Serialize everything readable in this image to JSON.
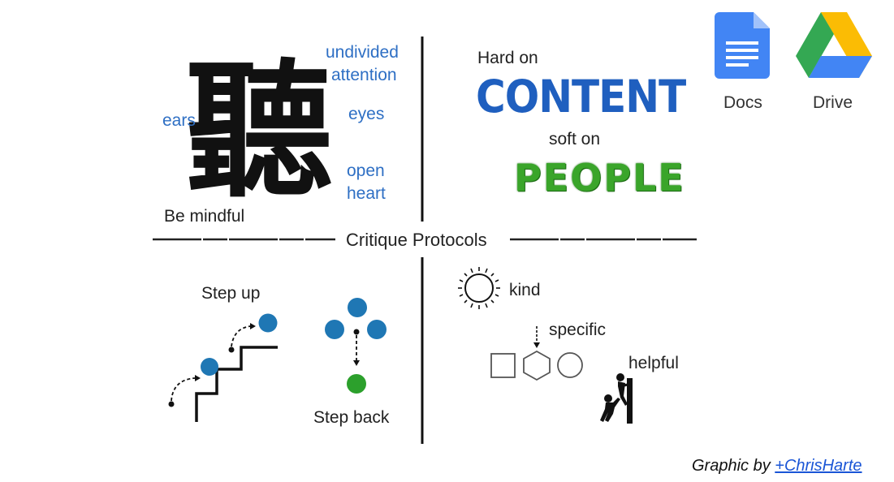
{
  "kanji": "聽",
  "quadrants": {
    "top_left": {
      "labels": {
        "undivided_line1": "undivided",
        "undivided_line2": "attention",
        "ears": "ears",
        "eyes": "eyes",
        "open": "open",
        "heart": "heart",
        "be_mindful": "Be mindful"
      }
    },
    "top_right": {
      "hard_on": "Hard on",
      "content": "CONTENT",
      "soft_on": "soft on",
      "people": "PEOPLE"
    },
    "bottom_left": {
      "step_up": "Step up",
      "step_back": "Step back"
    },
    "bottom_right": {
      "kind": "kind",
      "specific": "specific",
      "helpful": "helpful"
    }
  },
  "divider_label": "Critique Protocols",
  "apps": {
    "docs": "Docs",
    "drive": "Drive"
  },
  "credit": {
    "prefix": "Graphic by ",
    "link": "+ChrisHarte"
  },
  "colors": {
    "accent_blue": "#2e6fc4",
    "dot_blue": "#1f77b4",
    "dot_green": "#2ca02c",
    "people_green": "#3aa52a"
  }
}
